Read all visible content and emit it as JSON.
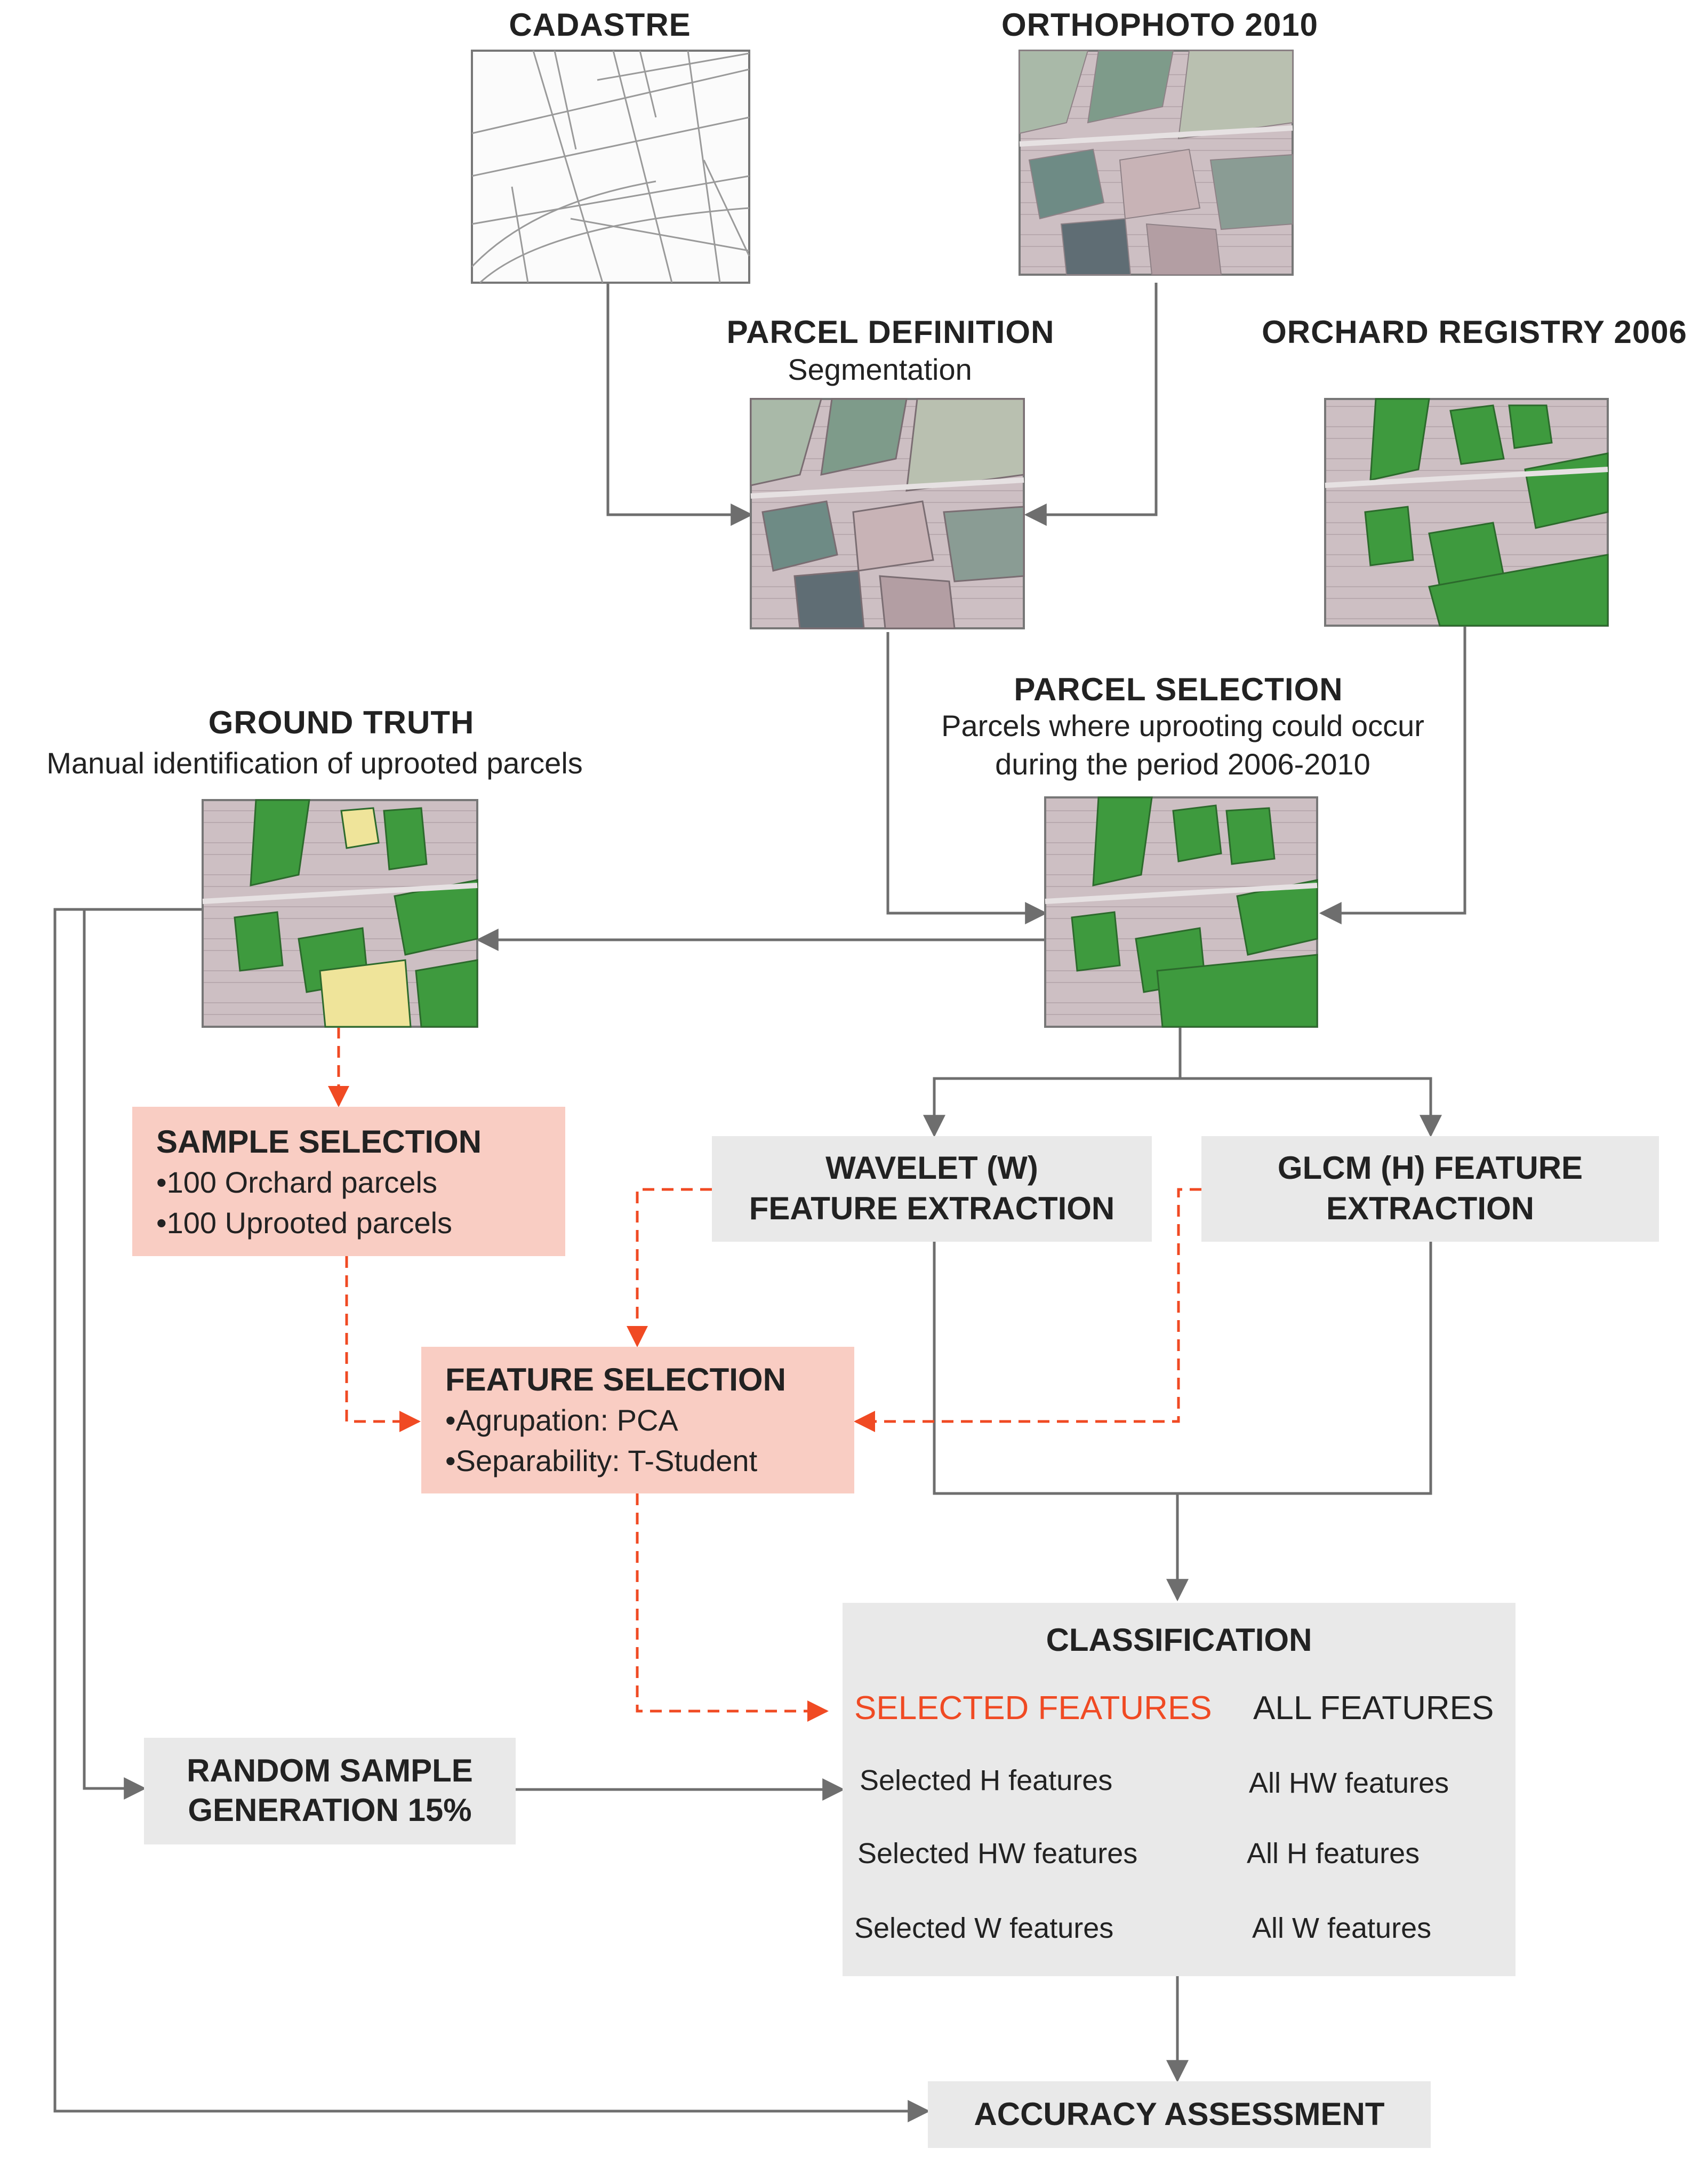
{
  "colors": {
    "arrow_gray": "#6e6e6e",
    "arrow_red": "#f04a23",
    "box_gray": "#e9e9e9",
    "box_pink": "#f9cdc3",
    "orchard_green": "#3e9a3e",
    "uprooted_yellow": "#efe49a"
  },
  "inputs": {
    "cadastre": "CADASTRE",
    "orthophoto": "ORTHOPHOTO 2010",
    "orchard_registry": "ORCHARD REGISTRY 2006"
  },
  "parcel_definition": {
    "title": "PARCEL DEFINITION",
    "subtitle": "Segmentation"
  },
  "parcel_selection": {
    "title": "PARCEL SELECTION",
    "line1": "Parcels where uprooting could occur",
    "line2": "during the period 2006-2010"
  },
  "ground_truth": {
    "title": "GROUND TRUTH",
    "subtitle": "Manual identification of uprooted parcels"
  },
  "sample_selection": {
    "title": "SAMPLE SELECTION",
    "items": [
      "•100 Orchard parcels",
      "•100 Uprooted parcels"
    ]
  },
  "wavelet": {
    "line1": "WAVELET (W)",
    "line2": "FEATURE EXTRACTION"
  },
  "glcm": {
    "line1": "GLCM (H) FEATURE",
    "line2": "EXTRACTION"
  },
  "feature_selection": {
    "title": "FEATURE SELECTION",
    "items": [
      "•Agrupation: PCA",
      "•Separability: T-Student"
    ]
  },
  "random_sample": {
    "line1": "RANDOM SAMPLE",
    "line2": "GENERATION 15%"
  },
  "classification": {
    "title": "CLASSIFICATION",
    "selected_header": "SELECTED FEATURES",
    "all_header": "ALL FEATURES",
    "selected": [
      "Selected H features",
      "Selected HW features",
      "Selected W features"
    ],
    "all": [
      "All HW features",
      "All H features",
      "All W features"
    ]
  },
  "accuracy": {
    "title": "ACCURACY ASSESSMENT"
  }
}
